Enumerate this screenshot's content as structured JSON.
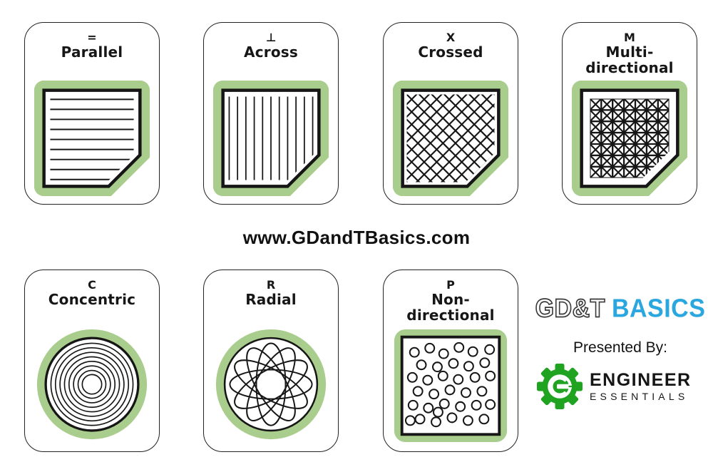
{
  "site": {
    "url_text": "www.GDandTBasics.com"
  },
  "colors": {
    "card_green": "#A9CD8C",
    "line": "#161616",
    "basics_blue": "#2AA7DF",
    "gear_green": "#1FA321"
  },
  "cards": [
    {
      "name": "parallel",
      "symbol": "=",
      "label_lines": [
        "Parallel"
      ],
      "pattern": "horizontal-lines",
      "row": 1
    },
    {
      "name": "across",
      "symbol": "⊥",
      "label_lines": [
        "Across"
      ],
      "pattern": "vertical-lines",
      "row": 1
    },
    {
      "name": "crossed",
      "symbol": "X",
      "label_lines": [
        "Crossed"
      ],
      "pattern": "crosshatch",
      "row": 1
    },
    {
      "name": "multi-directional",
      "symbol": "M",
      "label_lines": [
        "Multi-",
        "directional"
      ],
      "pattern": "grid-cross",
      "row": 1
    },
    {
      "name": "concentric",
      "symbol": "C",
      "label_lines": [
        "Concentric"
      ],
      "pattern": "concentric-circles",
      "row": 2
    },
    {
      "name": "radial",
      "symbol": "R",
      "label_lines": [
        "Radial"
      ],
      "pattern": "radial-ellipses",
      "row": 2
    },
    {
      "name": "non-directional",
      "symbol": "P",
      "label_lines": [
        "Non-",
        "directional"
      ],
      "pattern": "scattered-dots",
      "row": 2
    }
  ],
  "branding": {
    "gdt": "GD&T",
    "basics": "BASICS",
    "presented_by": "Presented By:",
    "engineer": "ENGINEER",
    "essentials": "ESSENTIALS"
  }
}
